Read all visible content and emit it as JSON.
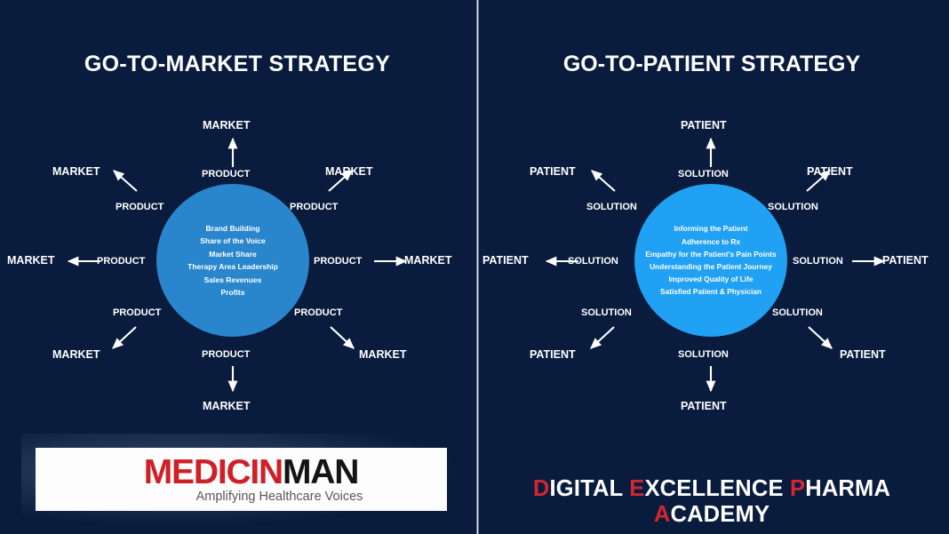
{
  "background_color": "#0a1c3d",
  "left_panel": {
    "title": "GO-TO-MARKET STRATEGY",
    "hub_color": "#2a86cc",
    "hub_items": [
      "Brand Building",
      "Share of the Voice",
      "Market Share",
      "Therapy Area Leadership",
      "Sales Revenues",
      "Profits"
    ],
    "inner_label": "PRODUCT",
    "outer_label": "MARKET",
    "spokes": [
      {
        "direction": "north",
        "inner": "PRODUCT",
        "outer": "MARKET"
      },
      {
        "direction": "north-west",
        "inner": "PRODUCT",
        "outer": "MARKET"
      },
      {
        "direction": "north-east",
        "inner": "PRODUCT",
        "outer": "MARKET"
      },
      {
        "direction": "west",
        "inner": "PRODUCT",
        "outer": "MARKET"
      },
      {
        "direction": "east",
        "inner": "PRODUCT",
        "outer": "MARKET"
      },
      {
        "direction": "south-west",
        "inner": "PRODUCT",
        "outer": "MARKET"
      },
      {
        "direction": "south-east",
        "inner": "PRODUCT",
        "outer": "MARKET"
      },
      {
        "direction": "south",
        "inner": "PRODUCT",
        "outer": "MARKET"
      }
    ],
    "logo": {
      "word_part_1": "MEDICIN",
      "word_part_2": "MAN",
      "tagline": "Amplifying Healthcare Voices",
      "word_part_1_color": "#cf2027",
      "word_part_2_color": "#141414",
      "tagline_color": "#58585a"
    }
  },
  "right_panel": {
    "title": "GO-TO-PATIENT STRATEGY",
    "hub_color": "#21a1f3",
    "hub_items": [
      "Informing the Patient",
      "Adherence to Rx",
      "Empathy for the Patient's Pain Points",
      "Understanding the Patient Journey",
      "Improved Quality of Life",
      "Satisfied Patient & Physician"
    ],
    "inner_label": "SOLUTION",
    "outer_label": "PATIENT",
    "spokes": [
      {
        "direction": "north",
        "inner": "SOLUTION",
        "outer": "PATIENT"
      },
      {
        "direction": "north-west",
        "inner": "SOLUTION",
        "outer": "PATIENT"
      },
      {
        "direction": "north-east",
        "inner": "SOLUTION",
        "outer": "PATIENT"
      },
      {
        "direction": "west",
        "inner": "SOLUTION",
        "outer": "PATIENT"
      },
      {
        "direction": "east",
        "inner": "SOLUTION",
        "outer": "PATIENT"
      },
      {
        "direction": "south-west",
        "inner": "SOLUTION",
        "outer": "PATIENT"
      },
      {
        "direction": "south-east",
        "inner": "SOLUTION",
        "outer": "PATIENT"
      },
      {
        "direction": "south",
        "inner": "SOLUTION",
        "outer": "PATIENT"
      }
    ],
    "wordmark": {
      "segments": [
        {
          "text": "D",
          "color": "#d22630"
        },
        {
          "text": "IGITAL ",
          "color": "#ffffff"
        },
        {
          "text": "E",
          "color": "#d22630"
        },
        {
          "text": "XCELLENCE ",
          "color": "#ffffff"
        },
        {
          "text": "P",
          "color": "#d22630"
        },
        {
          "text": "HARMA ",
          "color": "#ffffff"
        },
        {
          "text": "A",
          "color": "#d22630"
        },
        {
          "text": "CADEMY",
          "color": "#ffffff"
        }
      ],
      "full_text": "DIGITAL EXCELLENCE PHARMA ACADEMY"
    }
  }
}
